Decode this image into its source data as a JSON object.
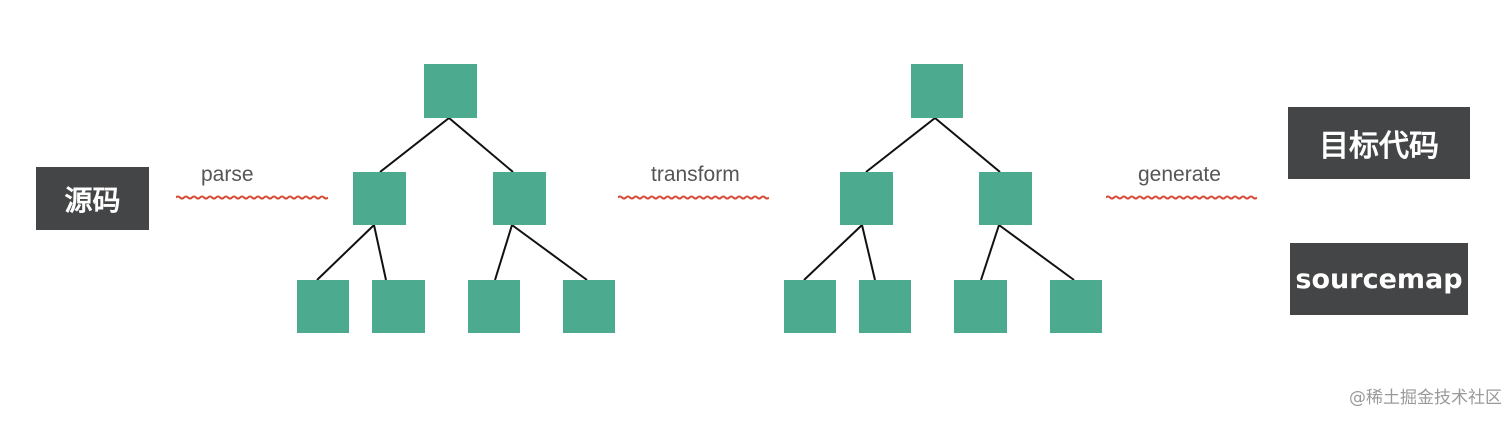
{
  "source_box": {
    "label": "源码"
  },
  "steps": {
    "parse": "parse",
    "transform": "transform",
    "generate": "generate"
  },
  "outputs": {
    "target_code": "目标代码",
    "sourcemap": "sourcemap"
  },
  "colors": {
    "node": "#4caa8e",
    "dark_box": "#444546",
    "squiggle": "#d64a35",
    "edge": "#111111"
  },
  "watermark": "@稀土掘金技术社区"
}
